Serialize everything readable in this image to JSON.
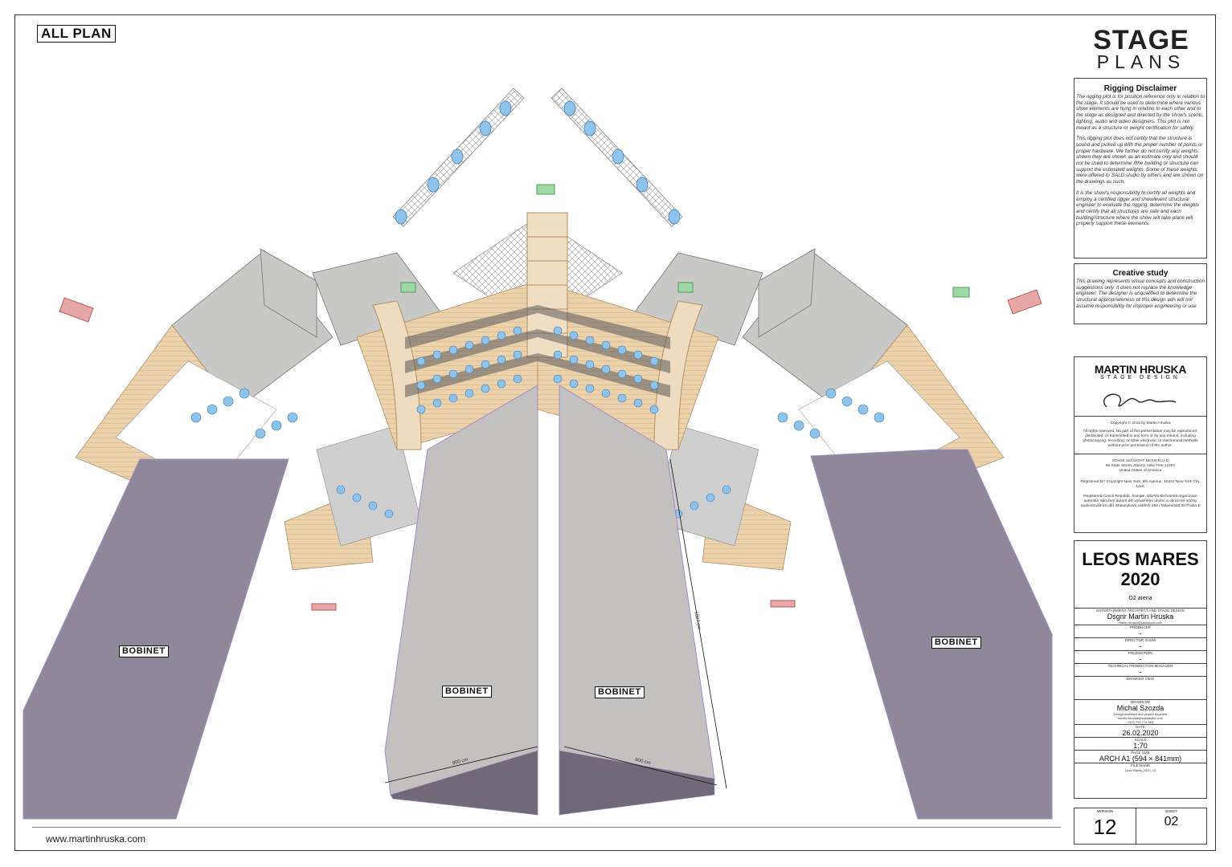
{
  "view_title": "ALL PLAN",
  "website": "www.martinhruska.com",
  "labels": {
    "bobinet": "BOBINET",
    "dim_800": "800 cm",
    "dim_1327": "1327 cm"
  },
  "brand": {
    "top": "STAGE",
    "bottom": "PLANS"
  },
  "rigging": {
    "title": "Rigging Disclaimer",
    "p1": "The rigging plot is for position reference only in relation to the stage. It should be used to determine where various show elements are hung in relation to each other and to the stage as designed and directed by the show's scenic, lighting, audio and video designers. This plot is not meant as a structure or weight certification for safety.",
    "p2": "This rigging plot does not certify that the structure is sound and picked up with the proper number of points or proper hardware. We further do not certify any weights shown they are shown as an estimate only and should not be used to determine ifthe building or structure can support the estimated weights. Some of these weights were offered to SALD studio by others and are shown on the drawings as such.",
    "p3": "It is the show's responsibility to certify all weights and employ a certified rigger and show/event structural engineer to evaluate the rigging, determine the weights and certify that all structures are safe and each building/structure where the show will take place will properly support these elements."
  },
  "creative": {
    "title": "Creative study",
    "text": "This drawing represents visual concepts and construction suggestions only. It does not replace the knowledge engineer. The designer is unqualified to determine the structural appropriateness of this design adn will not assume responsibility for improper engineering or use"
  },
  "designer_block": {
    "name": "MARTIN HRUSKA",
    "sub": "STAGE DESIGN",
    "copyright": "Copyright © 2015 by Martin Hruska",
    "rights": "All rights reserved. No part of this presentation may be reproduced, distributed, or transmitted in any form or by any means, including photocopying, recording, or other electronic or mechanical methods without prior permission of the author.",
    "company": "STAGE and LIGHT DESIGN,LLC",
    "address1": "66 State Street, Albany, New York 12207",
    "address2": "United States of America",
    "registered_ny": "Registered NY Copyright New York, 5th Avenue, 10242 New York City, USA",
    "registered_cz": "Registered Czech Republic, Europe, OOA/S-Ochranná organizace autorská Sdružení autorů děl výtvarného umění a obrazové složky audiovizuálních děl, Masarykovo nábřeží 250 / Mánes/110 00 Praha 1"
  },
  "project": {
    "title_line1": "LEOS MARES",
    "title_line2": "2020",
    "venue": "O2 arena"
  },
  "credits": {
    "designer_label": "ENTERTAINMENT ARCHITECT AND STAGE DESIGN",
    "designer": "Dsgnr Martin Hruska",
    "designer_email": "martin.hruska@saldstudio.com",
    "producer_label": "PRODUCER",
    "producer": "-",
    "director_label": "DIRECTOR SHOW",
    "director": "-",
    "production_label": "PRUDUCTION",
    "production": "-",
    "tpm_label": "TECHNICAL PRODUCTION MANAGER",
    "tpm": "-",
    "drawing_view_label": "DRAWING VIEW",
    "drawn_by_label": "DRAWN BY",
    "drawn_by": "Michal Szozda",
    "drawn_by_role": "Design assistant and project engineer",
    "drawn_by_email": "michal.szozda@saldstudio.com",
    "drawn_by_phone": "+420 733 774 563",
    "date_label": "DATE",
    "date": "26.02.2020",
    "scale_label": "SCALE",
    "scale": "1:70",
    "pagesize_label": "PAGE SIZE",
    "pagesize": "ARCH A1 (594 × 841mm)",
    "filename_label": "FILE NAME",
    "filename": "Leos Mares_2020_12",
    "version_label": "VERSION",
    "version": "12",
    "sheet_label": "SHEET",
    "sheet": "02"
  },
  "colors": {
    "purple_panel": "#8e8898",
    "grey_panel": "#c3c1bf",
    "wood": "#e9cfaa",
    "roof": "#c8c8c6",
    "light_fixture": "#8fc3ea",
    "truss": "#9a9a9a",
    "green_motor": "#9fd8a5",
    "red_speaker": "#e8a7a7"
  }
}
